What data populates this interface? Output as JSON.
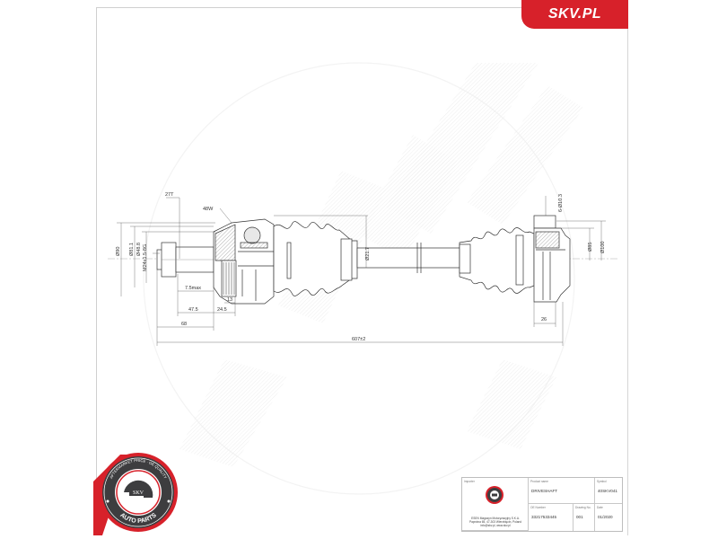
{
  "brand": {
    "logo_text": "SKV.PL",
    "color": "#d7212a"
  },
  "drawing": {
    "type": "drive shaft technical drawing",
    "labels": {
      "thread": "27T",
      "abs_ring": "48W",
      "dia_outer_left": "Ø90",
      "dia_mid_left": "Ø81.1",
      "dia_inner_left": "Ø48.8",
      "thread_spec": "M24x1.5-8G",
      "shaft_dia": "Ø21.7",
      "dim_7_5": "7.5max",
      "dim_13": "13",
      "dim_47_5": "47.5",
      "dim_24_5": "24.5",
      "dim_68": "68",
      "overall_length": "607±2",
      "right_holes": "6-Ø10.3",
      "right_dia_inner": "Ø85",
      "right_dia_outer": "Ø100",
      "right_width": "26"
    }
  },
  "badge": {
    "top_text": "AFTERMARKET PRICE · OE QUALITY",
    "center_text": "SKV",
    "bottom_text": "AUTO PARTS"
  },
  "title_block": {
    "importer_label": "Importer",
    "company_lines": [
      "ESEN Magazyn Motoryzacyjny S.K.A.",
      "Paprotna 65, 47-303 Wierzbięcin, Poland",
      "info@skv.pl, www.skv.pl"
    ],
    "product_name_label": "Product name",
    "product_name": "DRIVESHAFT",
    "symbol_label": "Symbol",
    "symbol": "40SKV041",
    "oe_label": "OE Number",
    "oe_number": "33217533445",
    "drawing_no_label": "Drawing No.",
    "drawing_no": "001",
    "date_label": "Date",
    "date": "01/2020"
  }
}
